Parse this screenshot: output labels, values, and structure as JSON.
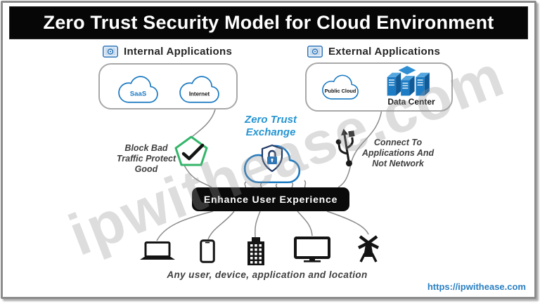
{
  "title": "Zero Trust Security Model for Cloud Environment",
  "internal_apps": {
    "header": "Internal Applications",
    "clouds": [
      {
        "label": "SaaS"
      },
      {
        "label": "Internet"
      }
    ]
  },
  "external_apps": {
    "header": "External Applications",
    "cloud_label": "Public Cloud",
    "datacenter_label": "Data Center"
  },
  "exchange": {
    "lines": [
      "Zero Trust",
      "Exchange"
    ]
  },
  "left_note": {
    "lines": [
      "Block Bad",
      "Traffic Protect",
      "Good"
    ]
  },
  "right_note": {
    "lines": [
      "Connect To",
      "Applications And",
      "Not Network"
    ]
  },
  "enhance_label": "Enhance User Experience",
  "caption": "Any user, device, application and location",
  "footer_url": "https://ipwithease.com",
  "watermark": "ipwithease.com",
  "icons": {
    "header_icon": "app-window-gear-icon",
    "clouds": "cloud-icon",
    "datacenter": "datacenter-servers-icon",
    "left": "pentagon-checkmark-icon",
    "center": "shield-lock-icon",
    "right": "usb-connector-icon",
    "devices": [
      "laptop-icon",
      "smartphone-icon",
      "office-building-icon",
      "desktop-monitor-icon",
      "windmill-icon"
    ]
  },
  "colors": {
    "cloud_blue": "#1b7ac2",
    "exchange_text_blue": "#2795d2",
    "shield_navy": "#1f3864",
    "lock_blue": "#2e75b6",
    "check_green": "#34b56a",
    "note_gray": "#3f3f3f",
    "url_blue": "#2a7fc1",
    "title_bg": "#060606",
    "frame_gray": "#8c8c8c"
  }
}
